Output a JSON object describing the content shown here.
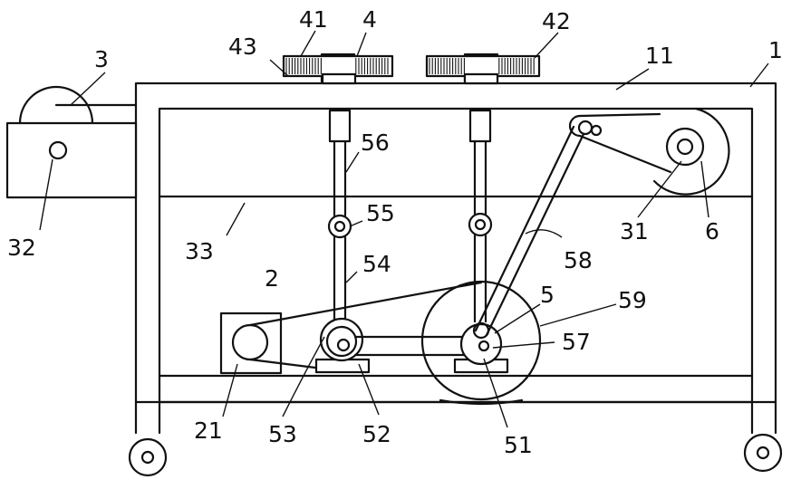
{
  "labels": {
    "l1": "1",
    "l2": "2",
    "l3": "3",
    "l4": "4",
    "l5": "5",
    "l6": "6",
    "l11": "11",
    "l21": "21",
    "l31": "31",
    "l32": "32",
    "l33": "33",
    "l41": "41",
    "l42": "42",
    "l43": "43",
    "l51": "51",
    "l52": "52",
    "l53": "53",
    "l54": "54",
    "l55": "55",
    "l56": "56",
    "l57": "57",
    "l58": "58",
    "l59": "59"
  }
}
